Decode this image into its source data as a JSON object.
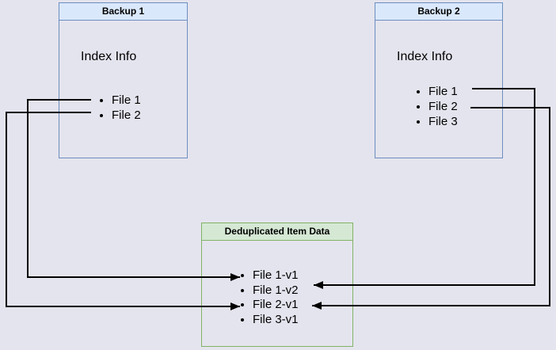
{
  "diagram": {
    "background_color": "#e4e4ee",
    "node_colors": {
      "blue_border": "#6c8ebf",
      "blue_header_fill": "#dae8fc",
      "green_border": "#82b366",
      "green_header_fill": "#d5e8d4",
      "arrow_color": "#000000"
    },
    "backup1": {
      "title": "Backup 1",
      "subtitle": "Index Info",
      "items": [
        "File 1",
        "File 2"
      ]
    },
    "backup2": {
      "title": "Backup 2",
      "subtitle": "Index Info",
      "items": [
        "File 1",
        "File 2",
        "File 3"
      ]
    },
    "dedup": {
      "title": "Deduplicated Item Data",
      "items": [
        "File 1-v1",
        "File 1-v2",
        "File 2-v1",
        "File 3-v1"
      ]
    },
    "connections": [
      {
        "from": "backup1-file-1",
        "to": "dedup-file-1-v1"
      },
      {
        "from": "backup1-file-2",
        "to": "dedup-file-2-v1"
      },
      {
        "from": "backup2-file-1",
        "to": "dedup-file-1-v2"
      },
      {
        "from": "backup2-file-2",
        "to": "dedup-file-2-v1"
      }
    ]
  }
}
